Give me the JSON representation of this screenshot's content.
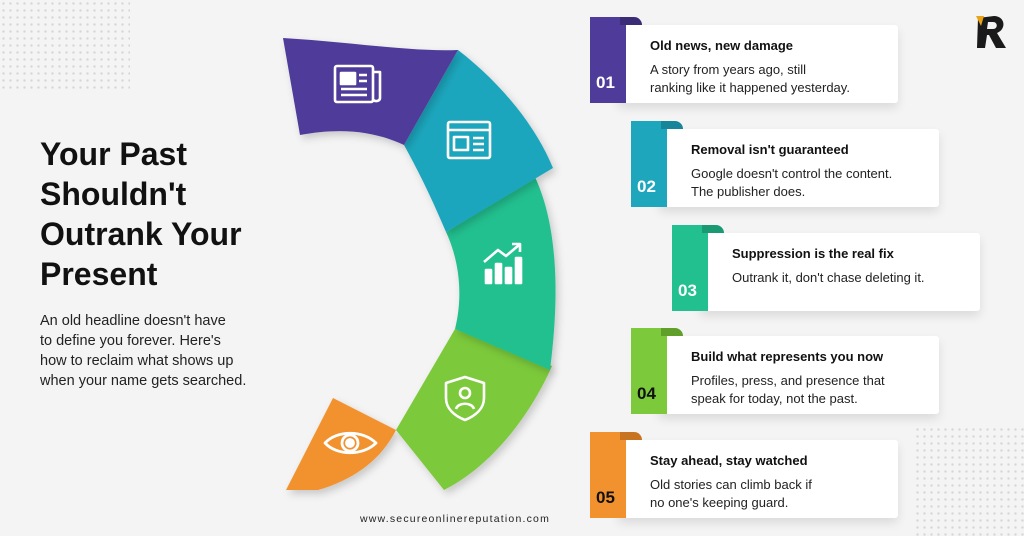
{
  "title_lines": [
    "Your Past",
    "Shouldn't",
    "Outrank Your",
    "Present"
  ],
  "subtitle_lines": [
    "An old headline doesn't have",
    "to define you forever. Here's",
    "how to reclaim what shows up",
    "when your name gets searched."
  ],
  "website": "www.secureonlinereputation.com",
  "logo_letter": "R",
  "colors": {
    "purple": "#4f3b9a",
    "teal": "#1ea6bd",
    "green": "#23c08f",
    "lime": "#7cc93b",
    "orange": "#f2922f"
  },
  "steps": [
    {
      "number": "01",
      "title": "Old news, new damage",
      "lines": [
        "A story from years ago, still",
        "ranking like it happened yesterday."
      ],
      "icon": "newspaper-icon"
    },
    {
      "number": "02",
      "title": "Removal isn't guaranteed",
      "lines": [
        "Google doesn't control the content.",
        "The publisher does."
      ],
      "icon": "webpage-icon"
    },
    {
      "number": "03",
      "title": "Suppression is the real fix",
      "lines": [
        "Outrank it, don't chase deleting it."
      ],
      "icon": "growth-chart-icon"
    },
    {
      "number": "04",
      "title": "Build what represents you now",
      "lines": [
        "Profiles, press, and presence that",
        "speak for today, not the past."
      ],
      "icon": "user-shield-icon"
    },
    {
      "number": "05",
      "title": "Stay ahead, stay watched",
      "lines": [
        "Old stories can climb back if",
        "no one's keeping guard."
      ],
      "icon": "eye-icon"
    }
  ]
}
